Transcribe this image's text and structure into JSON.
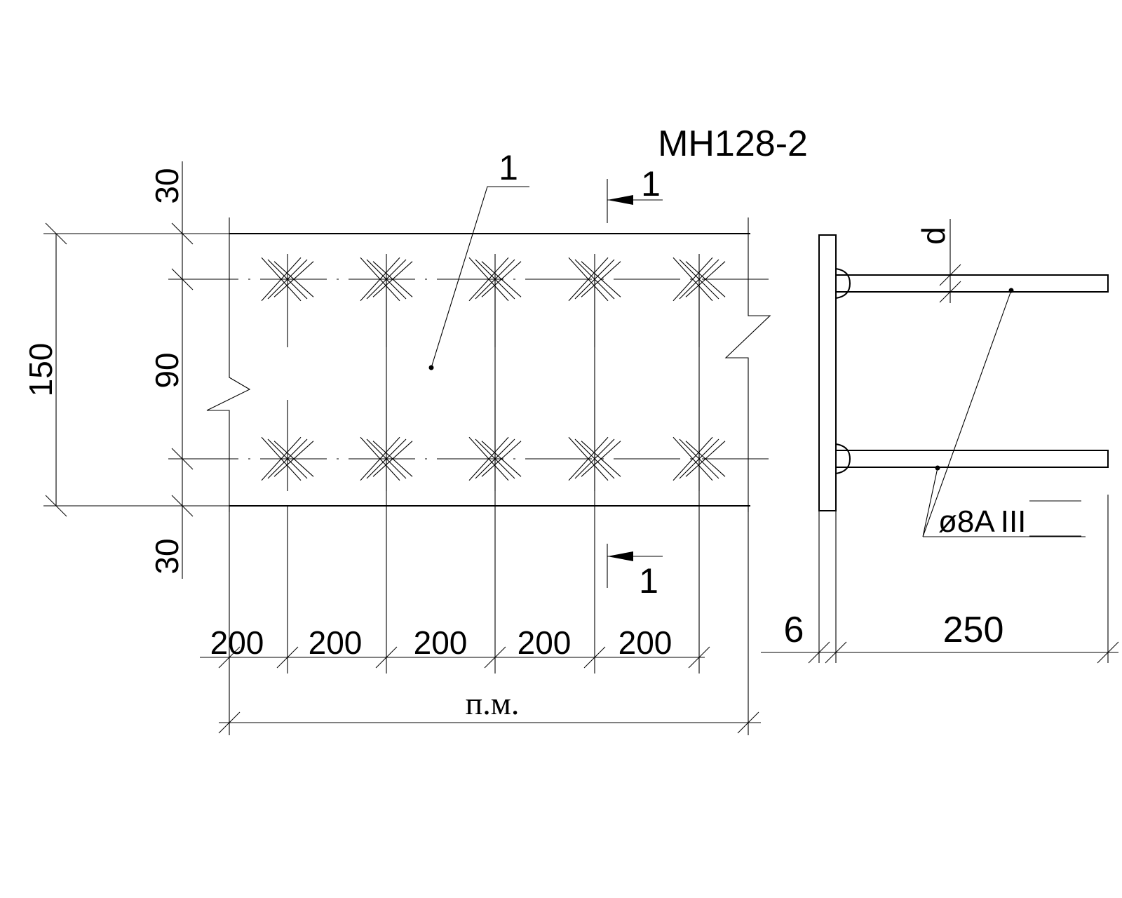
{
  "title": "МН128-2",
  "part_label": "1",
  "section_label": "1",
  "dims": {
    "top_edge": "30",
    "middle": "90",
    "bottom_edge": "30",
    "total_height": "150",
    "spacing": [
      "200",
      "200",
      "200",
      "200",
      "200"
    ],
    "length": "п.м.",
    "plate_thickness": "6",
    "anchor_length": "250",
    "diameter": "d"
  },
  "rebar": {
    "symbol": "ø8",
    "grade": "A",
    "class": "III"
  }
}
